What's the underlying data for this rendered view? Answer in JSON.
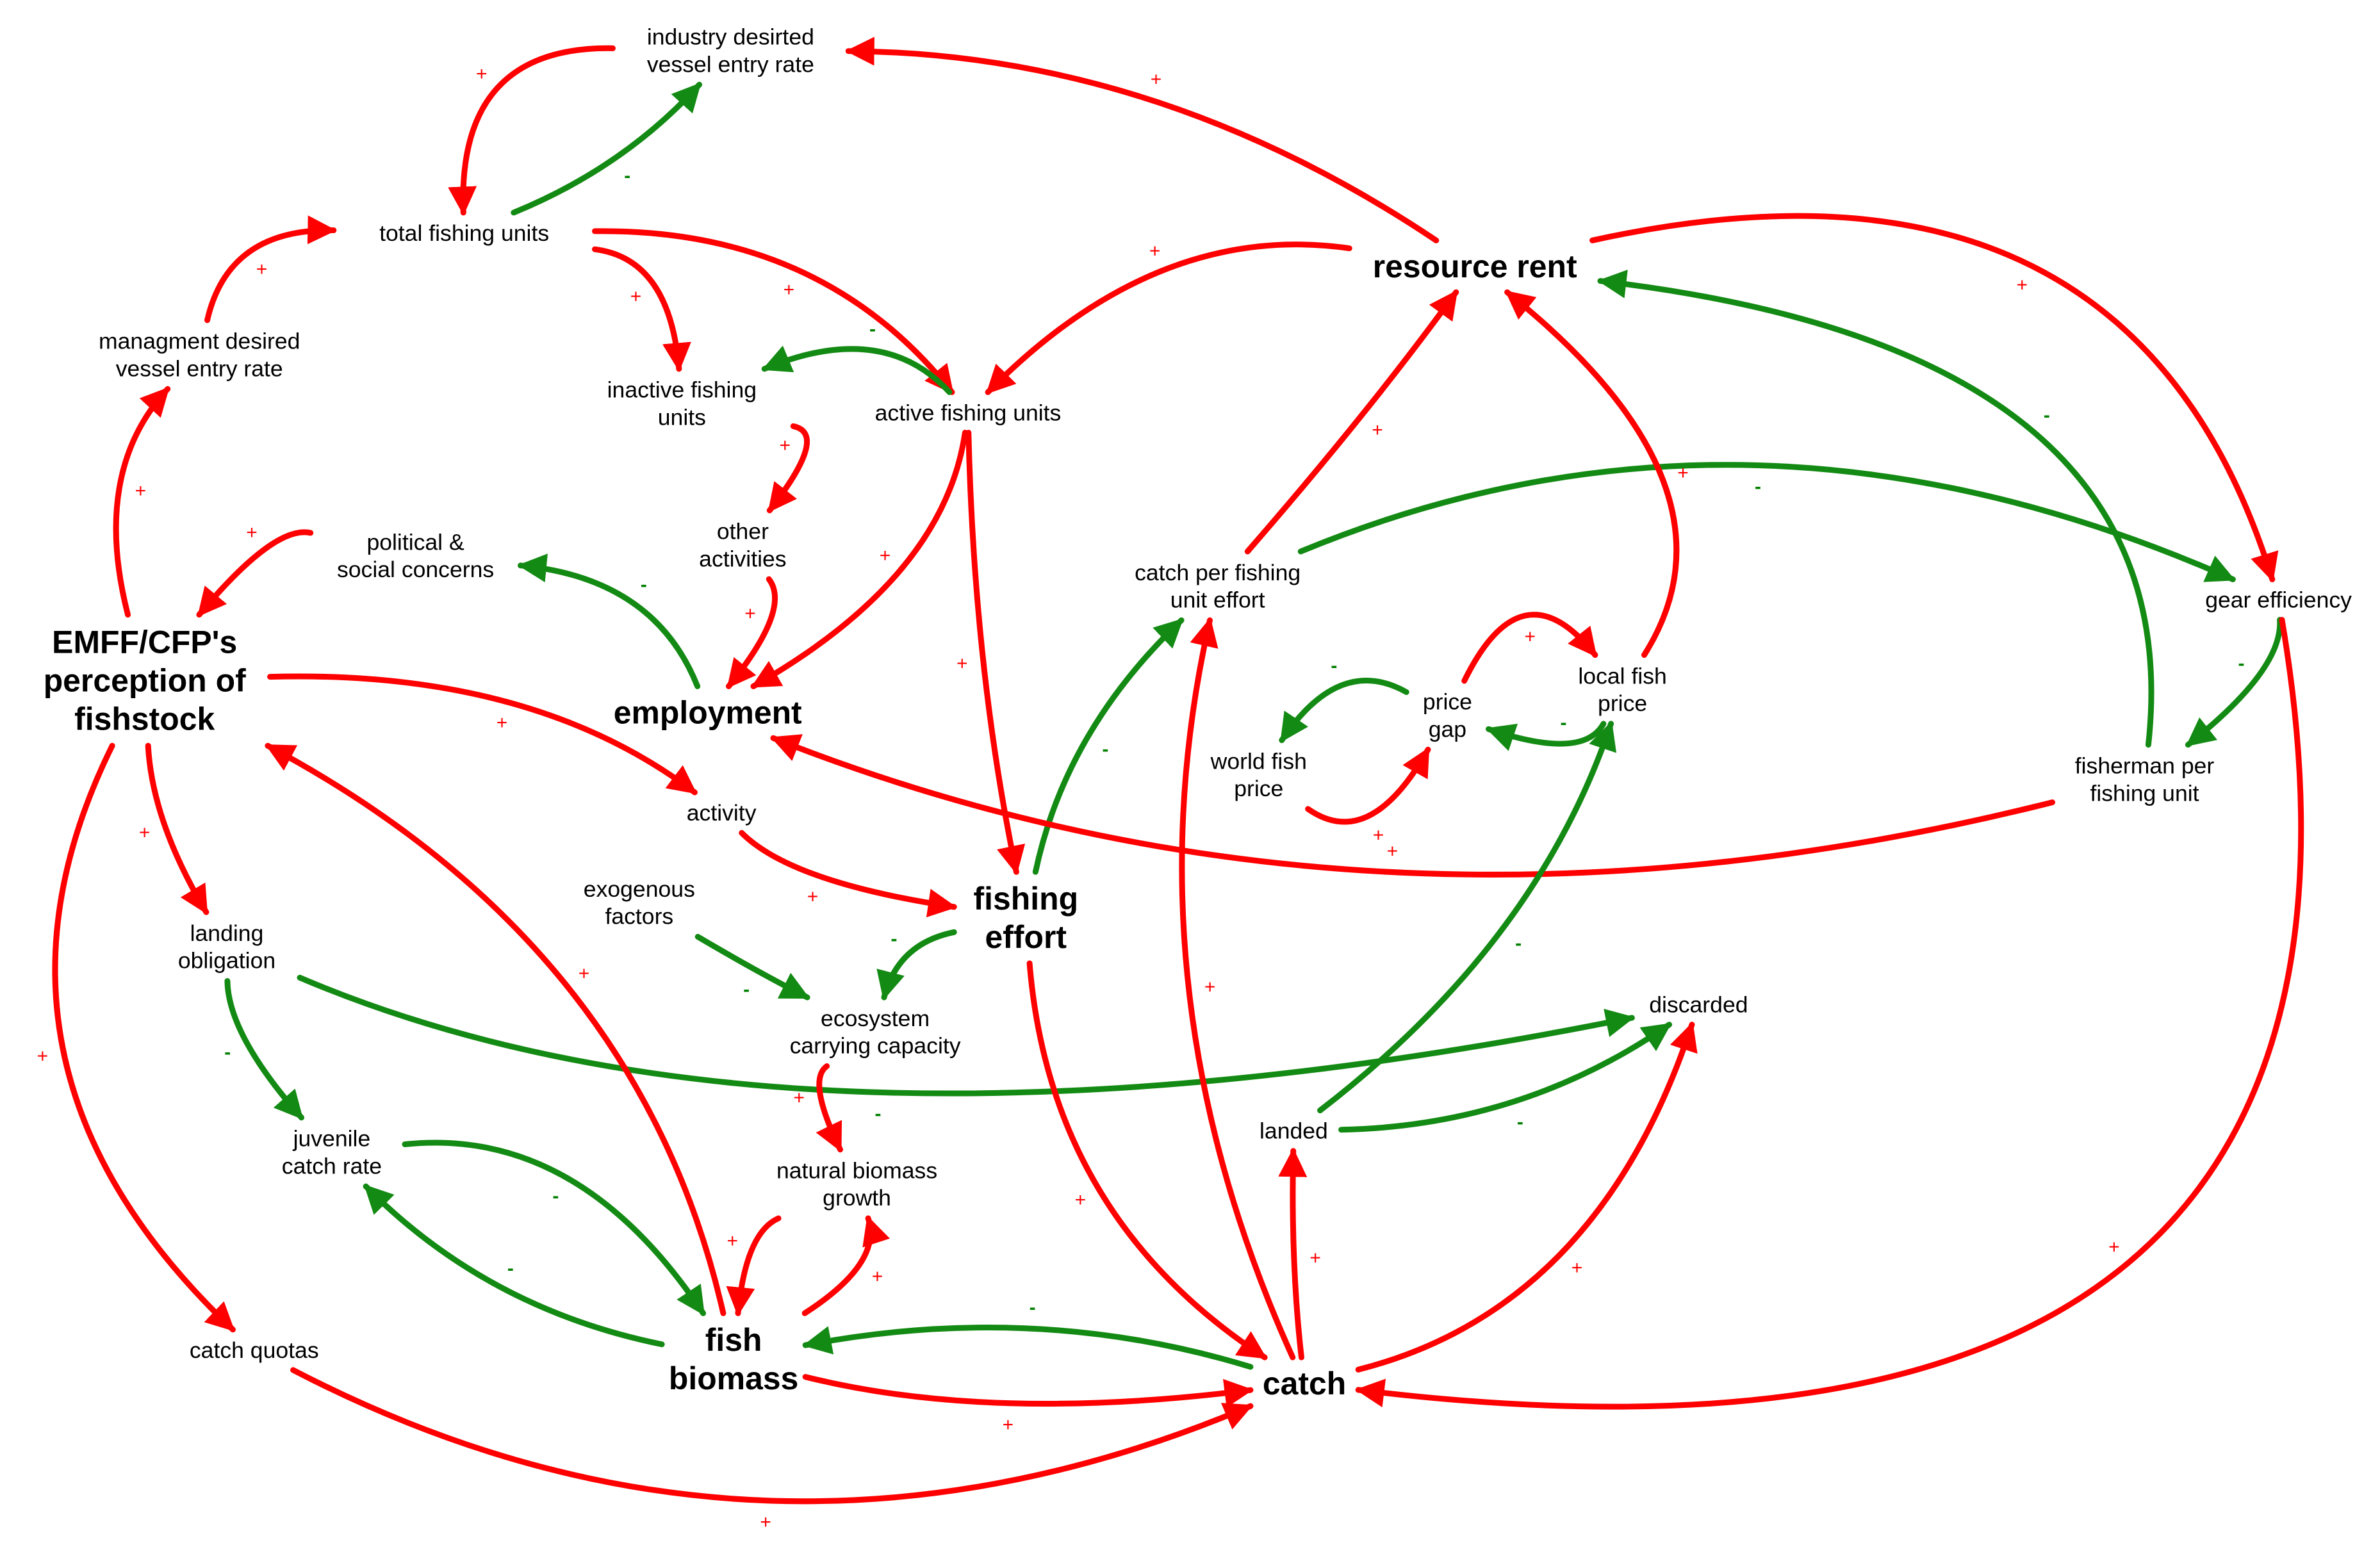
{
  "colors": {
    "positive": "#ff0000",
    "negative": "#138a13",
    "text": "#000000"
  },
  "nodes": [
    {
      "id": "industry_entry",
      "lines": [
        "industry desirted",
        "vessel entry rate"
      ],
      "emphasis": false
    },
    {
      "id": "total_units",
      "lines": [
        "total fishing units"
      ],
      "emphasis": false
    },
    {
      "id": "mgmt_entry",
      "lines": [
        "managment desired",
        "vessel entry rate"
      ],
      "emphasis": false
    },
    {
      "id": "inactive_units",
      "lines": [
        "inactive fishing",
        "units"
      ],
      "emphasis": false
    },
    {
      "id": "active_units",
      "lines": [
        "active fishing units"
      ],
      "emphasis": false
    },
    {
      "id": "resource_rent",
      "lines": [
        "resource rent"
      ],
      "emphasis": true
    },
    {
      "id": "other_activities",
      "lines": [
        "other",
        "activities"
      ],
      "emphasis": false
    },
    {
      "id": "political",
      "lines": [
        "political &",
        "social concerns"
      ],
      "emphasis": false
    },
    {
      "id": "emff",
      "lines": [
        "EMFF/CFP's",
        "perception of",
        "fishstock"
      ],
      "emphasis": true
    },
    {
      "id": "employment",
      "lines": [
        "employment"
      ],
      "emphasis": true
    },
    {
      "id": "cpue",
      "lines": [
        "catch per fishing",
        "unit effort"
      ],
      "emphasis": false
    },
    {
      "id": "gear_eff",
      "lines": [
        "gear efficiency"
      ],
      "emphasis": false
    },
    {
      "id": "price_gap",
      "lines": [
        "price",
        "gap"
      ],
      "emphasis": false
    },
    {
      "id": "local_price",
      "lines": [
        "local fish",
        "price"
      ],
      "emphasis": false
    },
    {
      "id": "world_price",
      "lines": [
        "world fish",
        "price"
      ],
      "emphasis": false
    },
    {
      "id": "fisherman_per_unit",
      "lines": [
        "fisherman per",
        "fishing unit"
      ],
      "emphasis": false
    },
    {
      "id": "activity",
      "lines": [
        "activity"
      ],
      "emphasis": false
    },
    {
      "id": "exogenous",
      "lines": [
        "exogenous",
        "factors"
      ],
      "emphasis": false
    },
    {
      "id": "fishing_effort",
      "lines": [
        "fishing",
        "effort"
      ],
      "emphasis": true
    },
    {
      "id": "landing_obl",
      "lines": [
        "landing",
        "obligation"
      ],
      "emphasis": false
    },
    {
      "id": "ecosystem",
      "lines": [
        "ecosystem",
        "carrying capacity"
      ],
      "emphasis": false
    },
    {
      "id": "discarded",
      "lines": [
        "discarded"
      ],
      "emphasis": false
    },
    {
      "id": "juvenile",
      "lines": [
        "juvenile",
        "catch rate"
      ],
      "emphasis": false
    },
    {
      "id": "nat_growth",
      "lines": [
        "natural biomass",
        "growth"
      ],
      "emphasis": false
    },
    {
      "id": "landed",
      "lines": [
        "landed"
      ],
      "emphasis": false
    },
    {
      "id": "catch_quotas",
      "lines": [
        "catch quotas"
      ],
      "emphasis": false
    },
    {
      "id": "fish_biomass",
      "lines": [
        "fish",
        "biomass"
      ],
      "emphasis": true
    },
    {
      "id": "catch",
      "lines": [
        "catch"
      ],
      "emphasis": true
    }
  ],
  "links": [
    {
      "from": "resource_rent",
      "to": "industry_entry",
      "polarity": "+"
    },
    {
      "from": "industry_entry",
      "to": "total_units",
      "polarity": "+"
    },
    {
      "from": "total_units",
      "to": "industry_entry",
      "polarity": "-"
    },
    {
      "from": "mgmt_entry",
      "to": "total_units",
      "polarity": "+"
    },
    {
      "from": "emff",
      "to": "mgmt_entry",
      "polarity": "+"
    },
    {
      "from": "total_units",
      "to": "inactive_units",
      "polarity": "+"
    },
    {
      "from": "total_units",
      "to": "active_units",
      "polarity": "+"
    },
    {
      "from": "active_units",
      "to": "inactive_units",
      "polarity": "-"
    },
    {
      "from": "resource_rent",
      "to": "active_units",
      "polarity": "+"
    },
    {
      "from": "inactive_units",
      "to": "other_activities",
      "polarity": "+"
    },
    {
      "from": "other_activities",
      "to": "employment",
      "polarity": "+"
    },
    {
      "from": "active_units",
      "to": "employment",
      "polarity": "+"
    },
    {
      "from": "active_units",
      "to": "fishing_effort",
      "polarity": "+"
    },
    {
      "from": "employment",
      "to": "political",
      "polarity": "-"
    },
    {
      "from": "political",
      "to": "emff",
      "polarity": "+"
    },
    {
      "from": "emff",
      "to": "activity",
      "polarity": "+"
    },
    {
      "from": "activity",
      "to": "fishing_effort",
      "polarity": "+"
    },
    {
      "from": "emff",
      "to": "landing_obl",
      "polarity": "+"
    },
    {
      "from": "emff",
      "to": "catch_quotas",
      "polarity": "+"
    },
    {
      "from": "landing_obl",
      "to": "juvenile",
      "polarity": "-"
    },
    {
      "from": "landing_obl",
      "to": "discarded",
      "polarity": "-"
    },
    {
      "from": "juvenile",
      "to": "fish_biomass",
      "polarity": "-"
    },
    {
      "from": "fish_biomass",
      "to": "juvenile",
      "polarity": "-"
    },
    {
      "from": "fish_biomass",
      "to": "emff",
      "polarity": "+"
    },
    {
      "from": "exogenous",
      "to": "ecosystem",
      "polarity": "-"
    },
    {
      "from": "fishing_effort",
      "to": "ecosystem",
      "polarity": "-"
    },
    {
      "from": "ecosystem",
      "to": "nat_growth",
      "polarity": "+"
    },
    {
      "from": "nat_growth",
      "to": "fish_biomass",
      "polarity": "+"
    },
    {
      "from": "fish_biomass",
      "to": "nat_growth",
      "polarity": "+"
    },
    {
      "from": "fish_biomass",
      "to": "catch",
      "polarity": "+"
    },
    {
      "from": "catch_quotas",
      "to": "catch",
      "polarity": "+"
    },
    {
      "from": "catch",
      "to": "fish_biomass",
      "polarity": "-"
    },
    {
      "from": "fishing_effort",
      "to": "catch",
      "polarity": "+"
    },
    {
      "from": "fishing_effort",
      "to": "cpue",
      "polarity": "-"
    },
    {
      "from": "catch",
      "to": "cpue",
      "polarity": "+"
    },
    {
      "from": "cpue",
      "to": "resource_rent",
      "polarity": "+"
    },
    {
      "from": "cpue",
      "to": "gear_eff",
      "polarity": "-"
    },
    {
      "from": "resource_rent",
      "to": "gear_eff",
      "polarity": "+"
    },
    {
      "from": "gear_eff",
      "to": "fisherman_per_unit",
      "polarity": "-"
    },
    {
      "from": "fisherman_per_unit",
      "to": "resource_rent",
      "polarity": "-"
    },
    {
      "from": "fisherman_per_unit",
      "to": "employment",
      "polarity": "+"
    },
    {
      "from": "gear_eff",
      "to": "catch",
      "polarity": "+"
    },
    {
      "from": "local_price",
      "to": "resource_rent",
      "polarity": "+"
    },
    {
      "from": "price_gap",
      "to": "local_price",
      "polarity": "+"
    },
    {
      "from": "local_price",
      "to": "price_gap",
      "polarity": "-"
    },
    {
      "from": "price_gap",
      "to": "world_price",
      "polarity": "-"
    },
    {
      "from": "world_price",
      "to": "price_gap",
      "polarity": "+"
    },
    {
      "from": "landed",
      "to": "local_price",
      "polarity": "-"
    },
    {
      "from": "catch",
      "to": "landed",
      "polarity": "+"
    },
    {
      "from": "landed",
      "to": "discarded",
      "polarity": "-"
    },
    {
      "from": "catch",
      "to": "discarded",
      "polarity": "+"
    }
  ]
}
